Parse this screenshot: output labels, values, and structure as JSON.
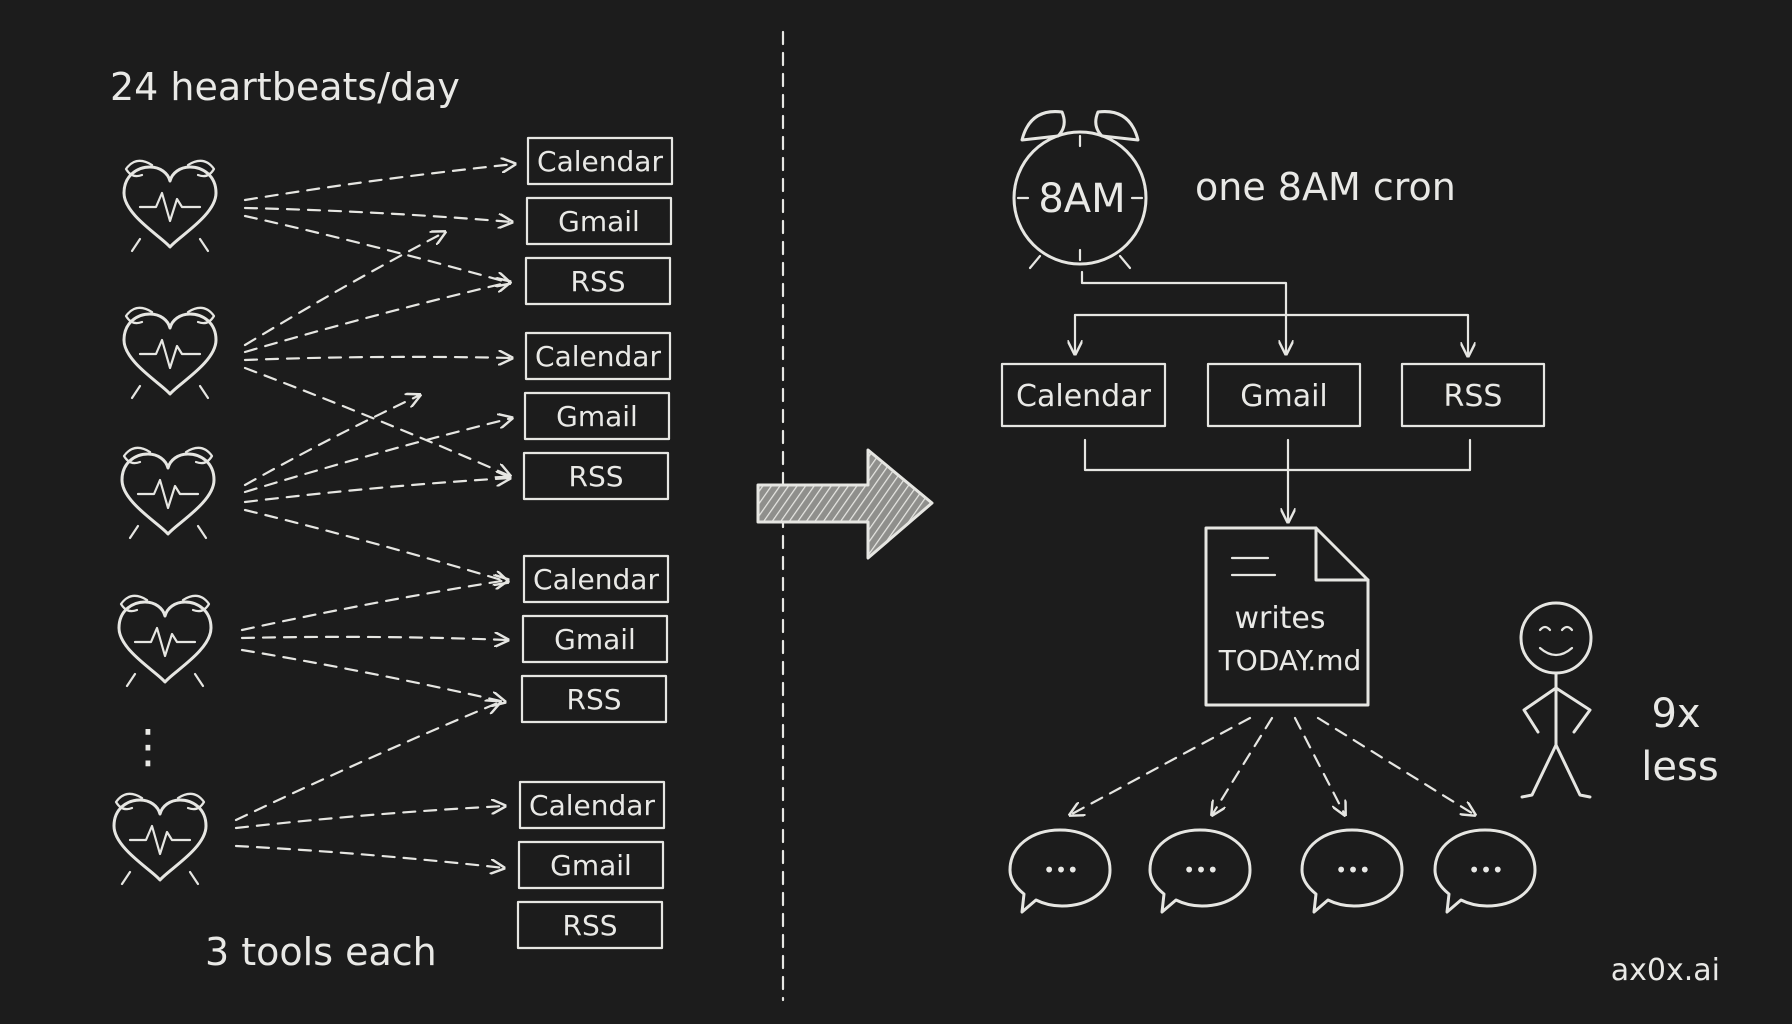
{
  "left": {
    "header": "24 heartbeats/day",
    "footer": "3 tools each",
    "tools": [
      "Calendar",
      "Gmail",
      "RSS"
    ],
    "ellipsis": "⋮"
  },
  "right": {
    "clock_label": "8AM",
    "cron_label": "one 8AM cron",
    "tools": [
      "Calendar",
      "Gmail",
      "RSS"
    ],
    "doc_line1": "writes",
    "doc_line2": "TODAY.md",
    "bubble_text": "•••",
    "savings_line1": "9x",
    "savings_line2": "less"
  },
  "brand": "ax0x.ai",
  "colors": {
    "background": "#1c1c1c",
    "chalk": "#e6e6e2"
  }
}
